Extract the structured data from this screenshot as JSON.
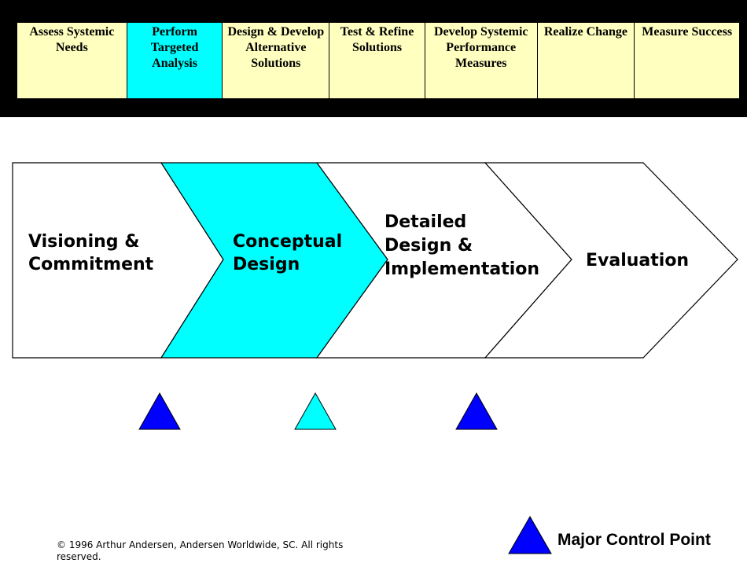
{
  "colors": {
    "band": "#000000",
    "step_default": "#ffffc0",
    "highlight": "#00ffff",
    "control_point_major": "#0000ff",
    "control_point_minor": "#00ffff"
  },
  "steps": [
    {
      "label": "Assess Systemic\nNeeds",
      "highlight": false
    },
    {
      "label": "Perform\nTargeted\nAnalysis",
      "highlight": true
    },
    {
      "label": "Design & Develop\nAlternative\nSolutions",
      "highlight": false
    },
    {
      "label": "Test & Refine\nSolutions",
      "highlight": false
    },
    {
      "label": "Develop Systemic\nPerformance\nMeasures",
      "highlight": false
    },
    {
      "label": "Realize Change",
      "highlight": false
    },
    {
      "label": "Measure Success",
      "highlight": false
    }
  ],
  "phases": [
    {
      "lines": [
        "Visioning &",
        "Commitment"
      ],
      "highlight": false
    },
    {
      "lines": [
        "Conceptual",
        "Design"
      ],
      "highlight": true
    },
    {
      "lines": [
        "Detailed",
        "Design &",
        "Implementation"
      ],
      "highlight": false
    },
    {
      "lines": [
        "Evaluation"
      ],
      "highlight": false
    }
  ],
  "control_points": [
    {
      "type": "major"
    },
    {
      "type": "minor"
    },
    {
      "type": "major"
    }
  ],
  "legend": {
    "label": "Major Control Point"
  },
  "footer": {
    "copyright": "© 1996 Arthur Andersen, Andersen Worldwide, SC. All rights reserved."
  }
}
